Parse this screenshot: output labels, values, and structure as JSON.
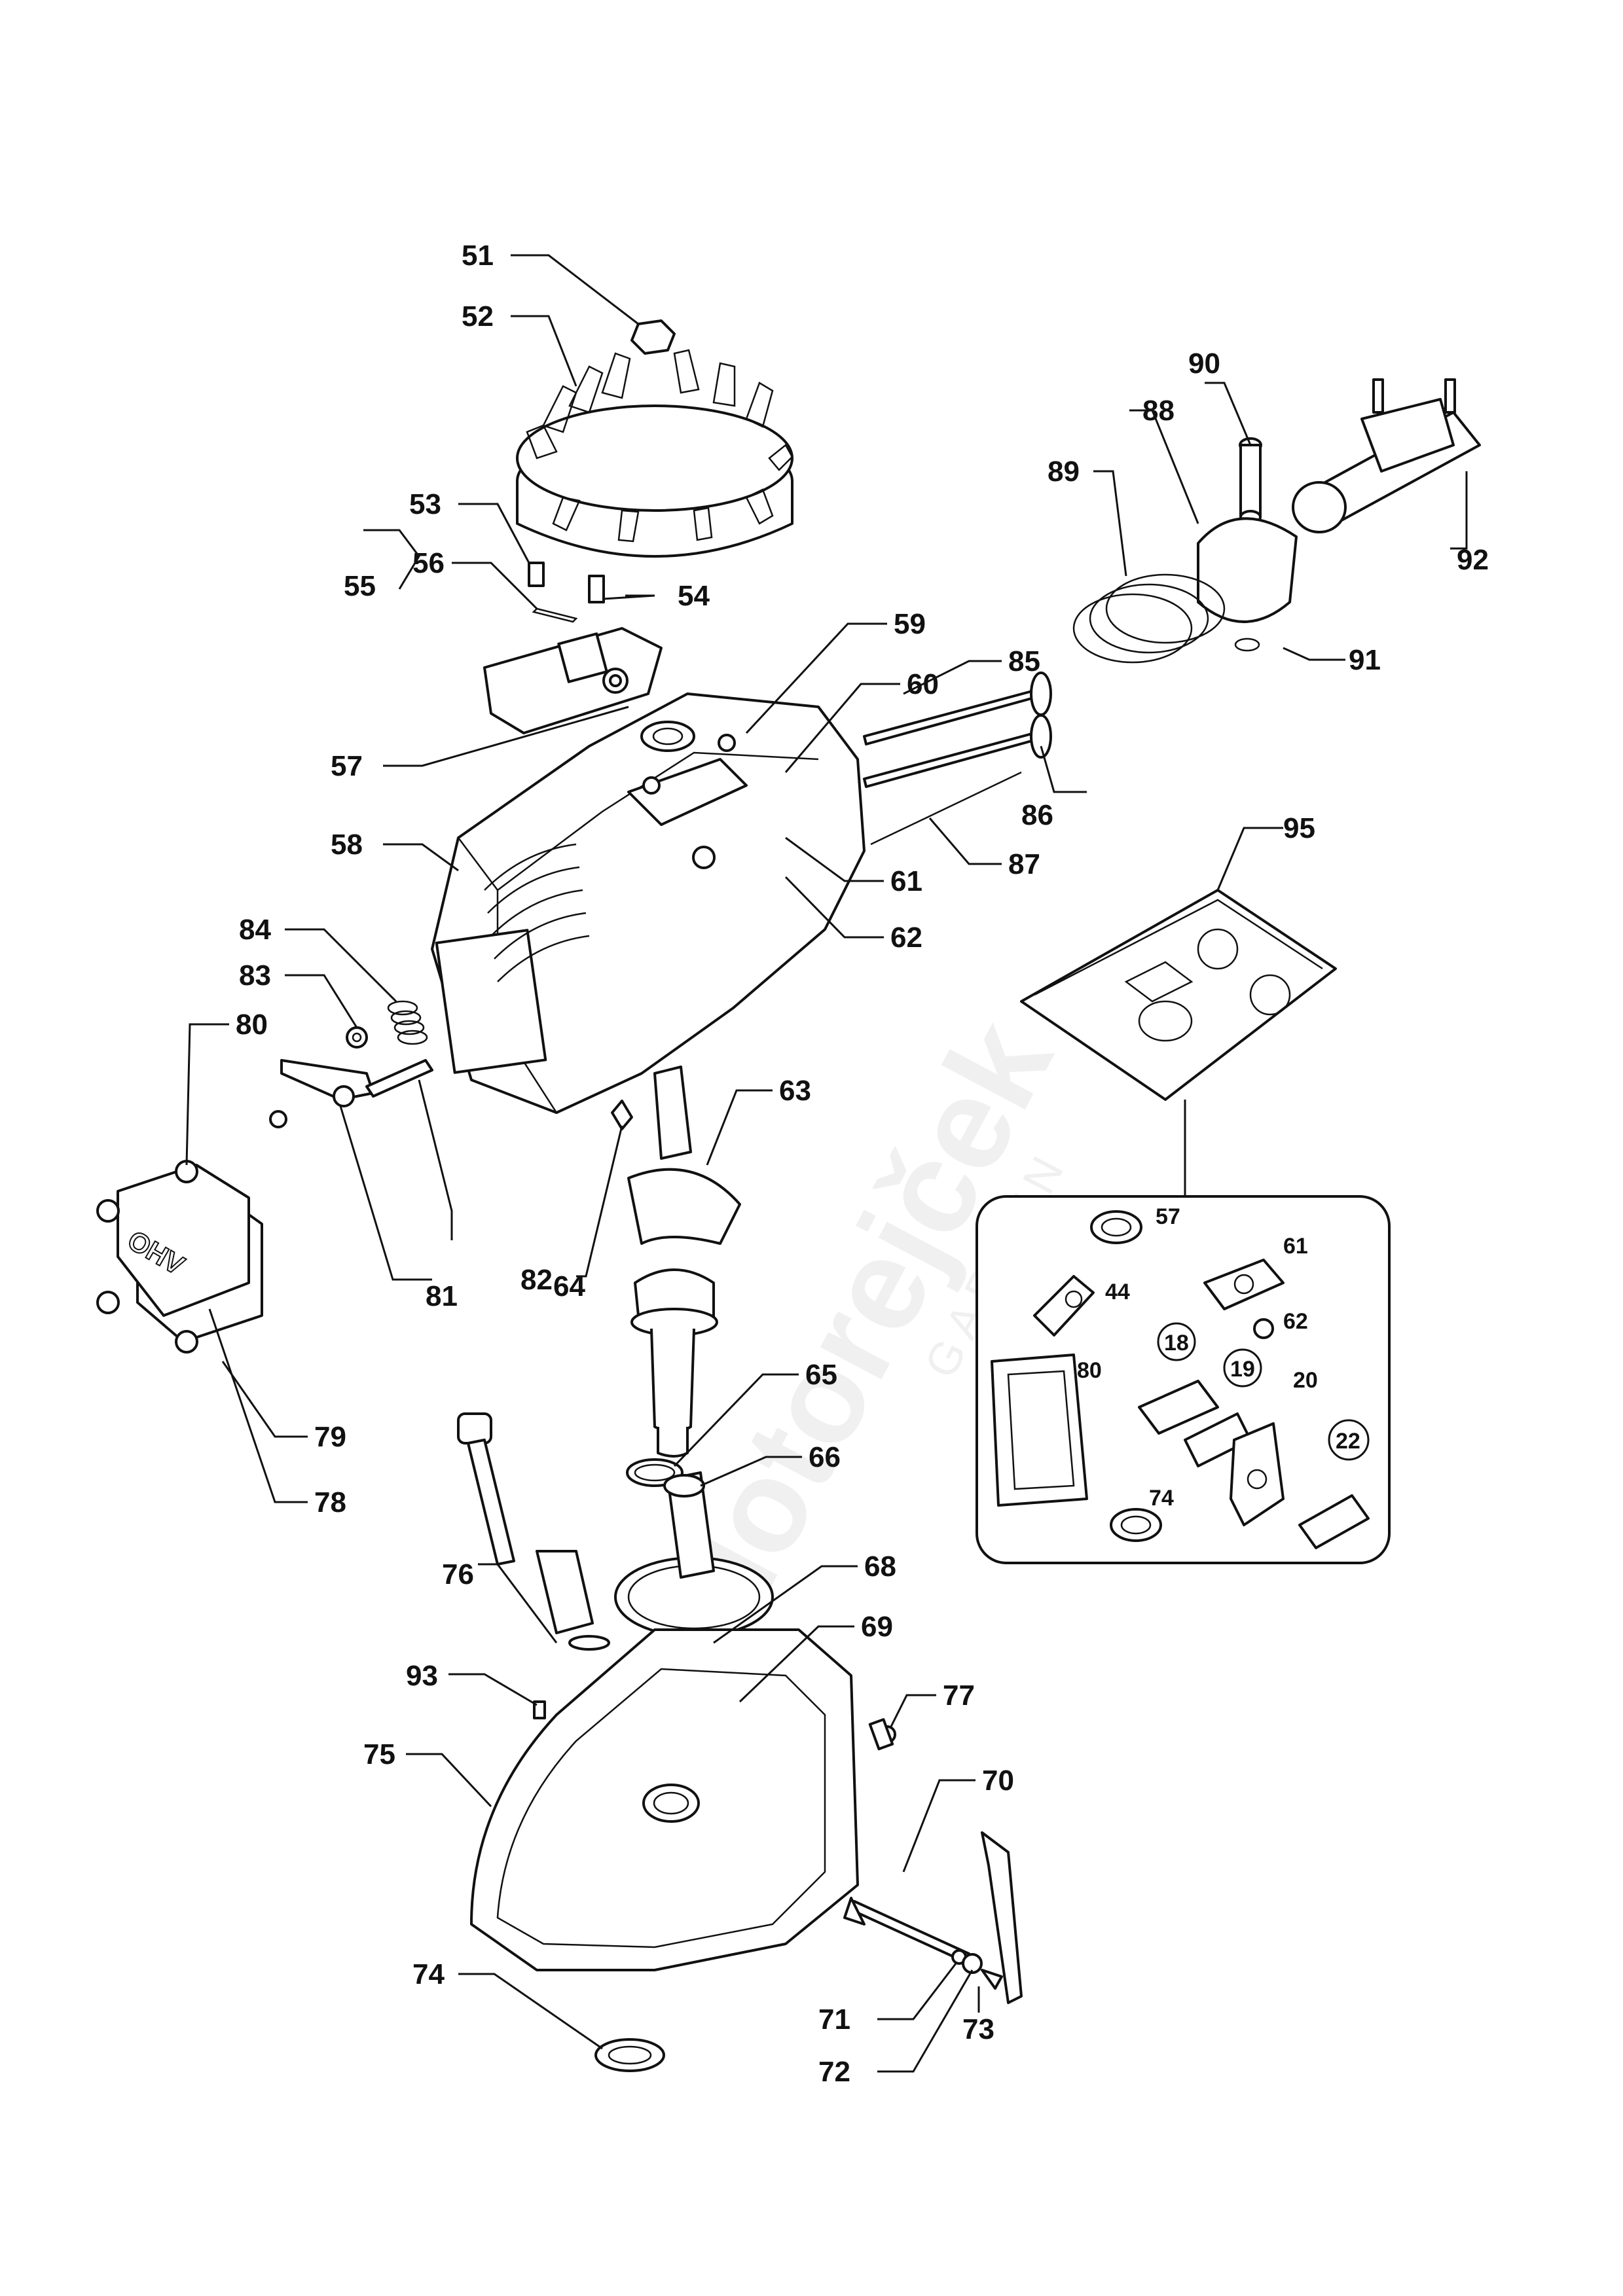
{
  "watermark": {
    "brand": "Motorejček",
    "sub": "GARDEN"
  },
  "callouts": [
    "51",
    "52",
    "53",
    "54",
    "55",
    "56",
    "57",
    "58",
    "59",
    "60",
    "61",
    "62",
    "63",
    "64",
    "65",
    "66",
    "68",
    "69",
    "70",
    "71",
    "72",
    "73",
    "74",
    "75",
    "76",
    "77",
    "78",
    "79",
    "80",
    "81",
    "82",
    "83",
    "84",
    "85",
    "86",
    "87",
    "88",
    "89",
    "90",
    "91",
    "92",
    "93",
    "95"
  ],
  "valve_cover_text": "OHV",
  "gasket_kit_inset": {
    "labels": [
      "57",
      "61",
      "44",
      "62",
      "18",
      "19",
      "20",
      "80",
      "22",
      "74"
    ]
  }
}
